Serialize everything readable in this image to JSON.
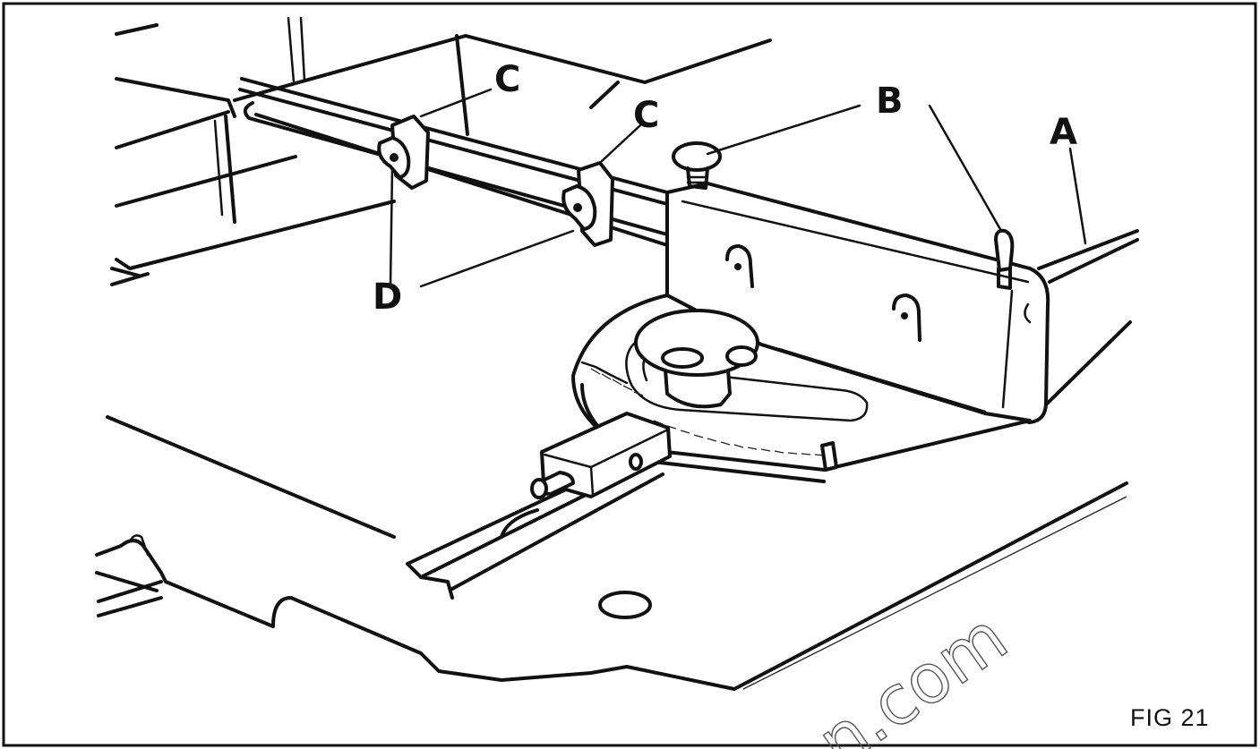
{
  "figure": {
    "caption": "FIG 21",
    "callouts": {
      "a": "A",
      "b": "B",
      "c1": "C",
      "c2": "C",
      "d": "D"
    },
    "watermark": "n.com"
  }
}
